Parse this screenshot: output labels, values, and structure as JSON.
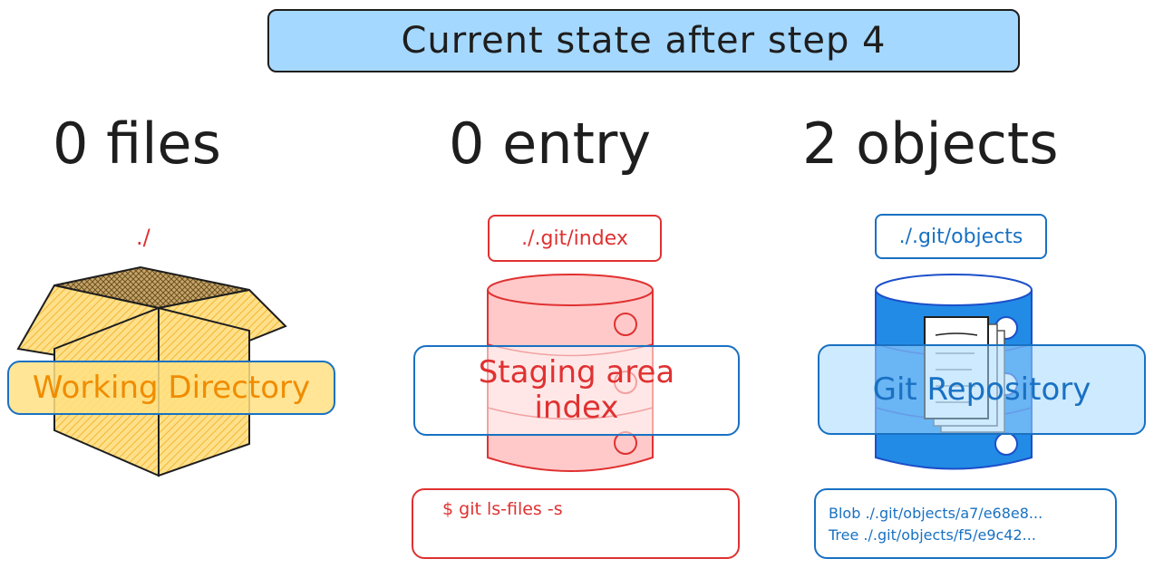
{
  "title": "Current state after step 4",
  "columns": [
    {
      "id": "working-directory",
      "heading": "0 files",
      "path": "./",
      "label": "Working Directory",
      "icon": "open-box-icon",
      "color": "#f08c00",
      "fill": "#ffd43b"
    },
    {
      "id": "staging-area",
      "heading": "0 entry",
      "path": "./.git/index",
      "label_line1": "Staging area",
      "label_line2": "index",
      "icon": "database-cylinder-icon",
      "color": "#e03131",
      "fill": "#ffc9c9",
      "command": "$ git ls-files -s",
      "output": []
    },
    {
      "id": "git-repository",
      "heading": "2 objects",
      "path": "./.git/objects",
      "label": "Git Repository",
      "icon": "database-cylinder-with-documents-icon",
      "color": "#1971c2",
      "fill": "#228be6",
      "objects": [
        "Blob ./.git/objects/a7/e68e8...",
        "Tree ./.git/objects/f5/e9c42..."
      ]
    }
  ],
  "colors": {
    "title_bg": "#a5d8ff",
    "stroke": "#1e1e1e",
    "label_border": "#1971c2"
  }
}
